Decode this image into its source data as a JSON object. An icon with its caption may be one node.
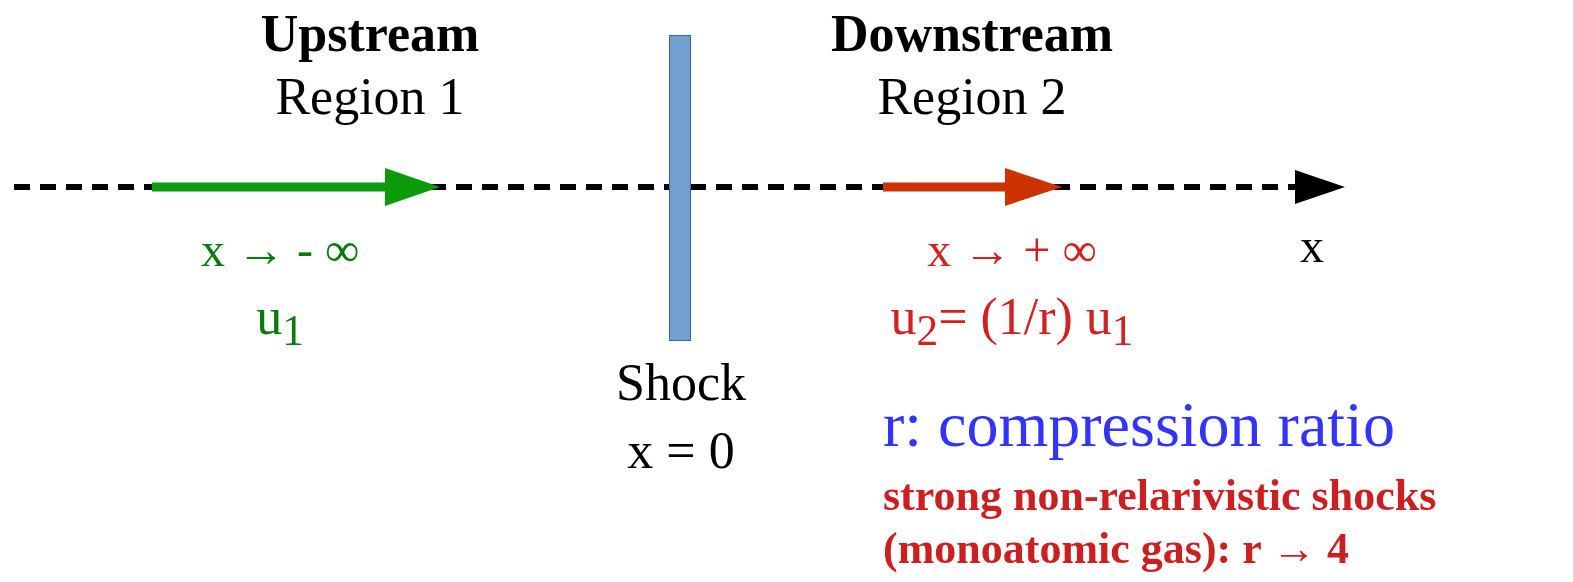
{
  "diagram": {
    "nodes": [
      {
        "text": [],
        "shape": "bar",
        "beside": [
          "Shock x = 0"
        ]
      }
    ],
    "edges": [],
    "labels": [
      "Upstream",
      "Region 1",
      "Downstream",
      "Region 2",
      "x → - ∞",
      "u$_{1}$",
      "x → + ∞",
      "u$_{2}$= (1/r) u$_{1}$",
      "x",
      "r: compression ratio",
      "strong non-relarivistic shocks (monoatomic gas): r → 4"
    ]
  }
}
